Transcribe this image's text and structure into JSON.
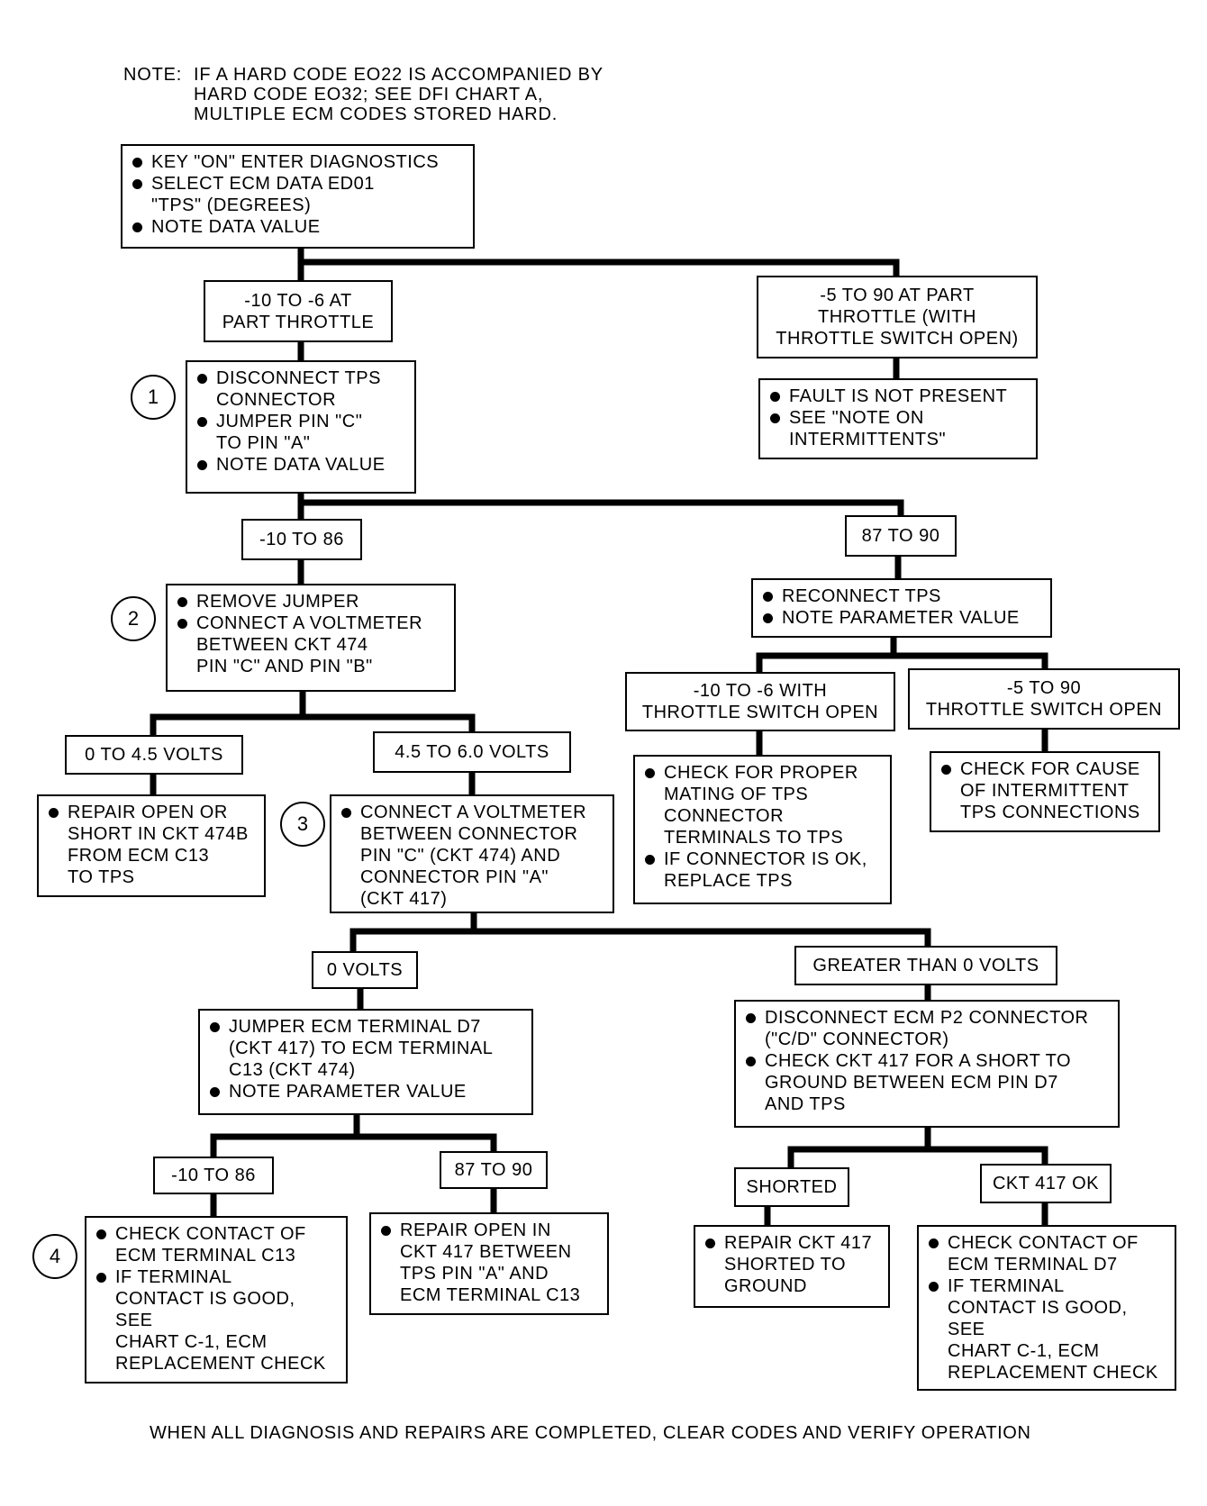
{
  "note": {
    "label": "NOTE:",
    "text": "IF A HARD CODE EO22 IS ACCOMPANIED BY\nHARD CODE EO32; SEE DFI CHART A,\nMULTIPLE ECM CODES STORED HARD."
  },
  "start": {
    "items": [
      "KEY \"ON\" ENTER DIAGNOSTICS",
      "SELECT ECM DATA ED01\n\"TPS\" (DEGREES)",
      "NOTE DATA VALUE"
    ]
  },
  "cond_part_throttle_low": "-10 TO -6 AT\nPART THROTTLE",
  "cond_part_throttle_ok": "-5 TO 90 AT PART\nTHROTTLE (WITH\nTHROTTLE SWITCH OPEN)",
  "fault_not_present": {
    "items": [
      "FAULT IS NOT PRESENT",
      "SEE \"NOTE ON\nINTERMITTENTS\""
    ]
  },
  "step1": {
    "number": "1",
    "items": [
      "DISCONNECT TPS\nCONNECTOR",
      "JUMPER PIN \"C\"\nTO PIN \"A\"",
      "NOTE DATA VALUE"
    ]
  },
  "cond_step1_low": "-10 TO 86",
  "cond_step1_high": "87 TO 90",
  "reconnect": {
    "items": [
      "RECONNECT TPS",
      "NOTE PARAMETER VALUE"
    ]
  },
  "cond_switch_low": "-10 TO -6 WITH\nTHROTTLE SWITCH OPEN",
  "cond_switch_ok": "-5 TO 90\nTHROTTLE SWITCH OPEN",
  "check_mating": {
    "items": [
      "CHECK FOR PROPER\nMATING OF TPS\nCONNECTOR\nTERMINALS TO TPS",
      "IF CONNECTOR IS OK,\nREPLACE TPS"
    ]
  },
  "check_intermittent": {
    "items": [
      "CHECK FOR CAUSE\nOF INTERMITTENT\nTPS CONNECTIONS"
    ]
  },
  "step2": {
    "number": "2",
    "items": [
      "REMOVE JUMPER",
      "CONNECT A VOLTMETER\nBETWEEN CKT 474\nPIN \"C\" AND PIN \"B\""
    ]
  },
  "cond_volts_low": "0 TO 4.5 VOLTS",
  "cond_volts_ok": "4.5 TO 6.0 VOLTS",
  "repair_474b": {
    "items": [
      "REPAIR OPEN OR\nSHORT IN CKT 474B\nFROM ECM C13\nTO TPS"
    ]
  },
  "step3": {
    "number": "3",
    "items": [
      "CONNECT A VOLTMETER\nBETWEEN CONNECTOR\nPIN \"C\" (CKT 474) AND\nCONNECTOR PIN \"A\"\n(CKT 417)"
    ]
  },
  "cond_zero_volts": "0 VOLTS",
  "cond_gt_zero": "GREATER THAN 0 VOLTS",
  "jumper_ecm": {
    "items": [
      "JUMPER ECM TERMINAL D7\n(CKT 417) TO ECM TERMINAL\nC13 (CKT 474)",
      "NOTE PARAMETER VALUE"
    ]
  },
  "disconnect_p2": {
    "items": [
      "DISCONNECT ECM P2 CONNECTOR\n(\"C/D\" CONNECTOR)",
      "CHECK CKT 417 FOR A SHORT TO\nGROUND BETWEEN ECM PIN D7\nAND TPS"
    ]
  },
  "cond_jumper_low": "-10 TO 86",
  "cond_jumper_high": "87 TO 90",
  "cond_shorted": "SHORTED",
  "cond_ckt_ok": "CKT 417 OK",
  "step4": {
    "number": "4",
    "items": [
      "CHECK CONTACT OF\nECM TERMINAL C13",
      "IF TERMINAL\nCONTACT IS GOOD,\nSEE\nCHART C-1, ECM\nREPLACEMENT CHECK"
    ]
  },
  "repair_open_417": {
    "items": [
      "REPAIR OPEN IN\nCKT 417 BETWEEN\nTPS PIN \"A\" AND\nECM TERMINAL C13"
    ]
  },
  "repair_short_417": {
    "items": [
      "REPAIR CKT 417\nSHORTED TO\nGROUND"
    ]
  },
  "check_d7": {
    "items": [
      "CHECK CONTACT OF\nECM TERMINAL D7",
      "IF TERMINAL\nCONTACT IS GOOD,\nSEE\nCHART C-1, ECM\nREPLACEMENT CHECK"
    ]
  },
  "footer": "WHEN ALL DIAGNOSIS AND REPAIRS ARE COMPLETED, CLEAR CODES AND VERIFY OPERATION"
}
